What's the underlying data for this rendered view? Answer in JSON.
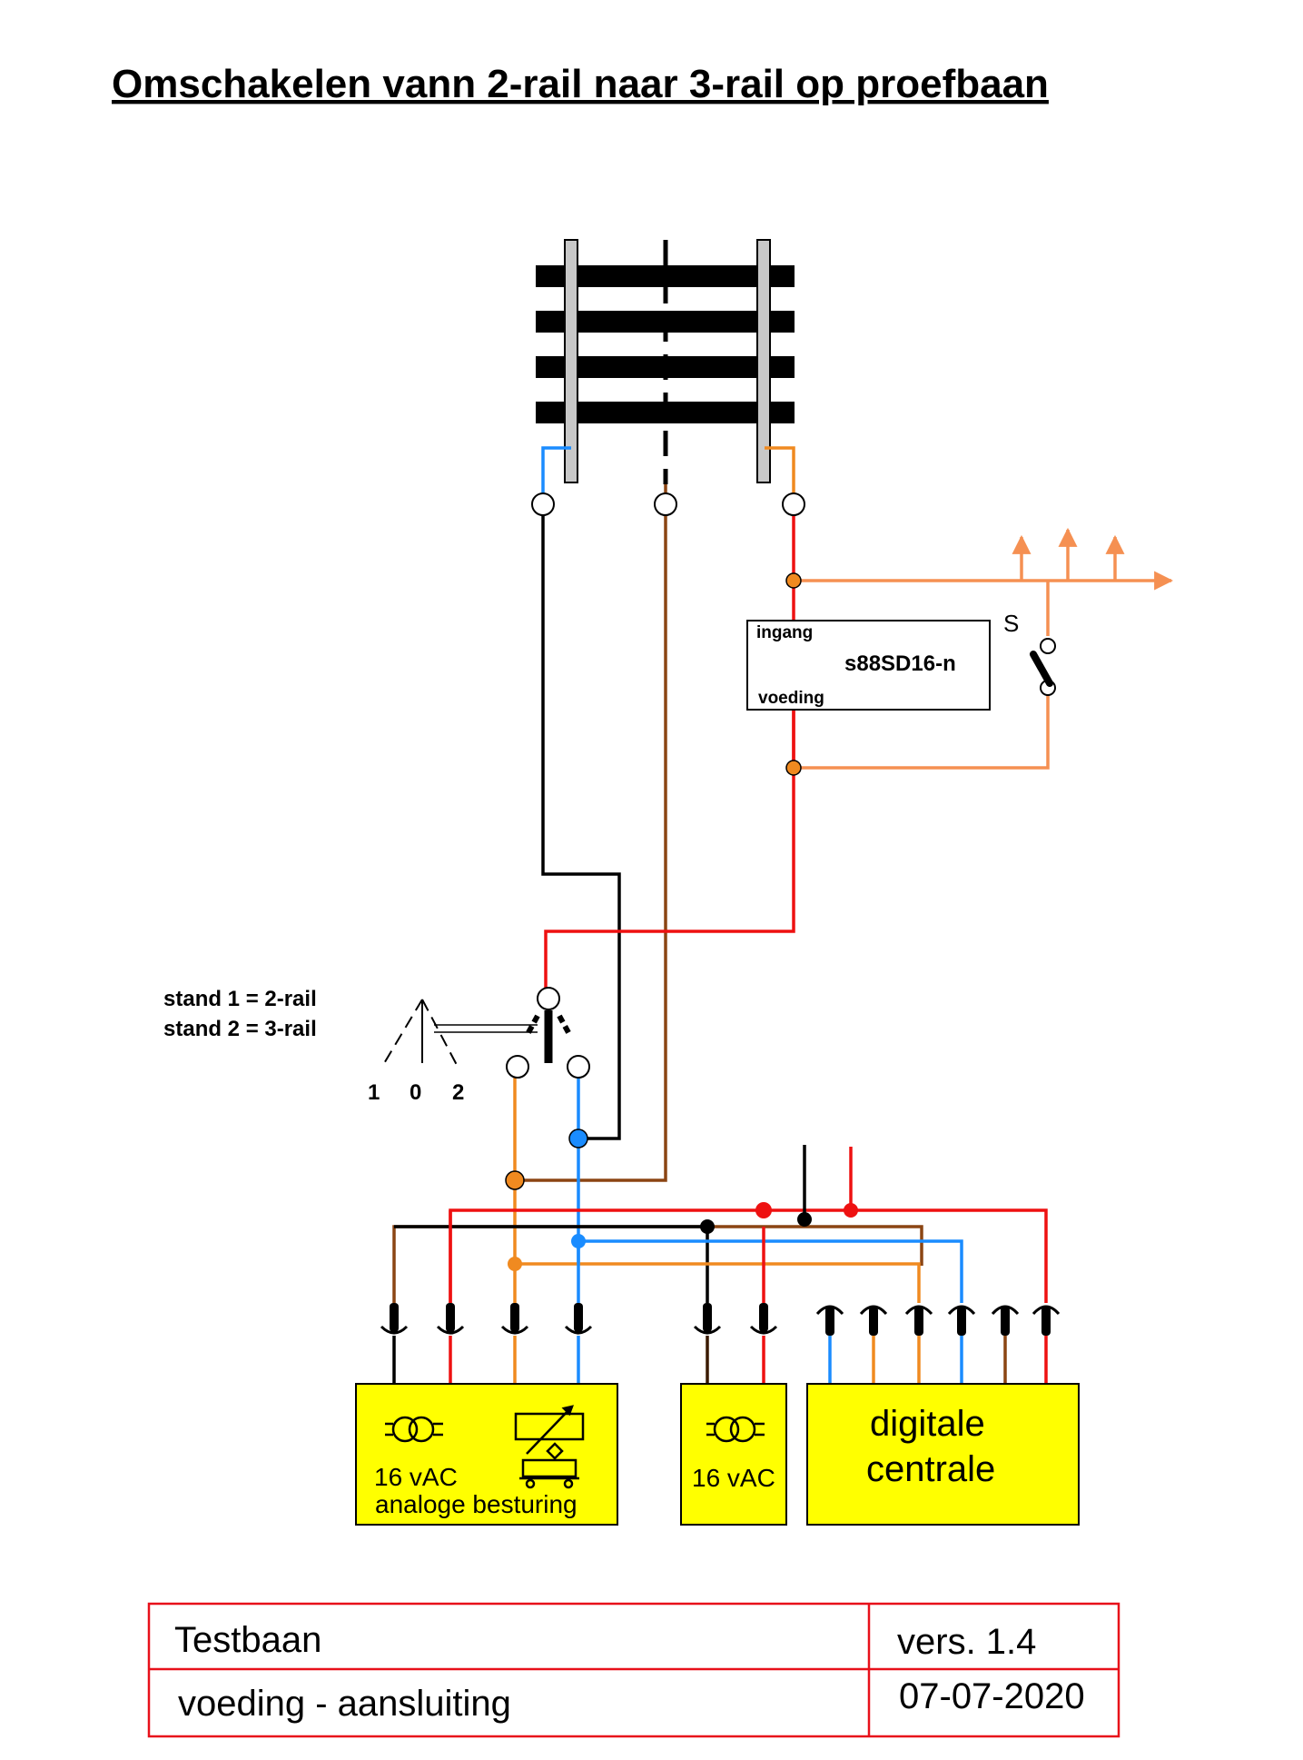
{
  "title": "Omschakelen vann 2-rail naar 3-rail op proefbaan",
  "colors": {
    "black": "#000000",
    "blue": "#1a8cff",
    "brown": "#8b4513",
    "red": "#ee1111",
    "orange": "#f08a20",
    "light_orange": "#f59052",
    "yellow": "#ffff00",
    "rail_gray": "#c8c8c8",
    "frame_red": "#e8101a"
  },
  "s88_module": {
    "input_label": "ingang",
    "name": "s88SD16-n",
    "power_label": "voeding"
  },
  "switch_s": {
    "label": "S"
  },
  "selector": {
    "stand1": "stand 1 = 2-rail",
    "stand2": "stand 2 = 3-rail",
    "positions": [
      "1",
      "0",
      "2"
    ]
  },
  "power_units": {
    "analog": {
      "voltage": "16 vAC",
      "label": "analoge besturing",
      "icons": [
        "transformer-icon",
        "regulator-icon",
        "locomotive-icon"
      ]
    },
    "ac": {
      "voltage": "16 vAC",
      "icons": [
        "transformer-icon"
      ]
    },
    "digital": {
      "line1": "digitale",
      "line2": "centrale"
    }
  },
  "footer": {
    "name": "Testbaan",
    "version": "vers. 1.4",
    "subject": "voeding - aansluiting",
    "date": "07-07-2020"
  }
}
